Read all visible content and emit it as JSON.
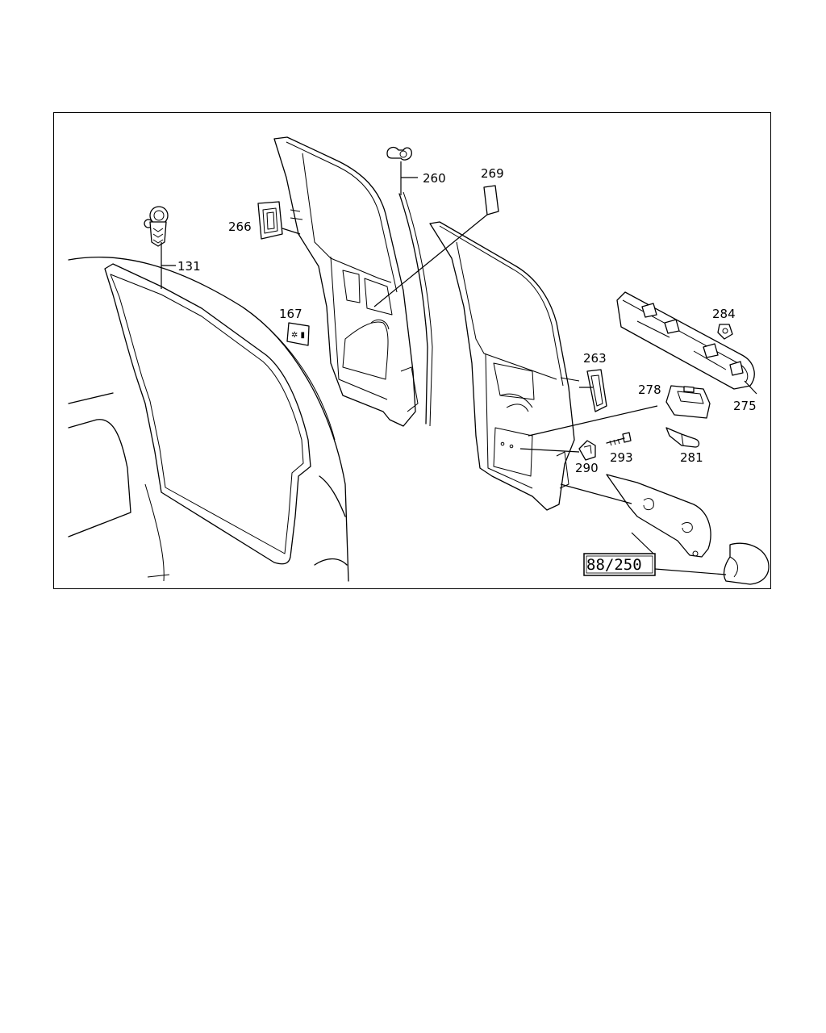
{
  "diagram": {
    "reference_box": "88/250",
    "parts": [
      {
        "id": "p131",
        "label": "131"
      },
      {
        "id": "p167",
        "label": "167"
      },
      {
        "id": "p260",
        "label": "260"
      },
      {
        "id": "p263",
        "label": "263"
      },
      {
        "id": "p266",
        "label": "266"
      },
      {
        "id": "p269",
        "label": "269"
      },
      {
        "id": "p275",
        "label": "275"
      },
      {
        "id": "p278",
        "label": "278"
      },
      {
        "id": "p281",
        "label": "281"
      },
      {
        "id": "p284",
        "label": "284"
      },
      {
        "id": "p290",
        "label": "290"
      },
      {
        "id": "p293",
        "label": "293"
      }
    ]
  }
}
